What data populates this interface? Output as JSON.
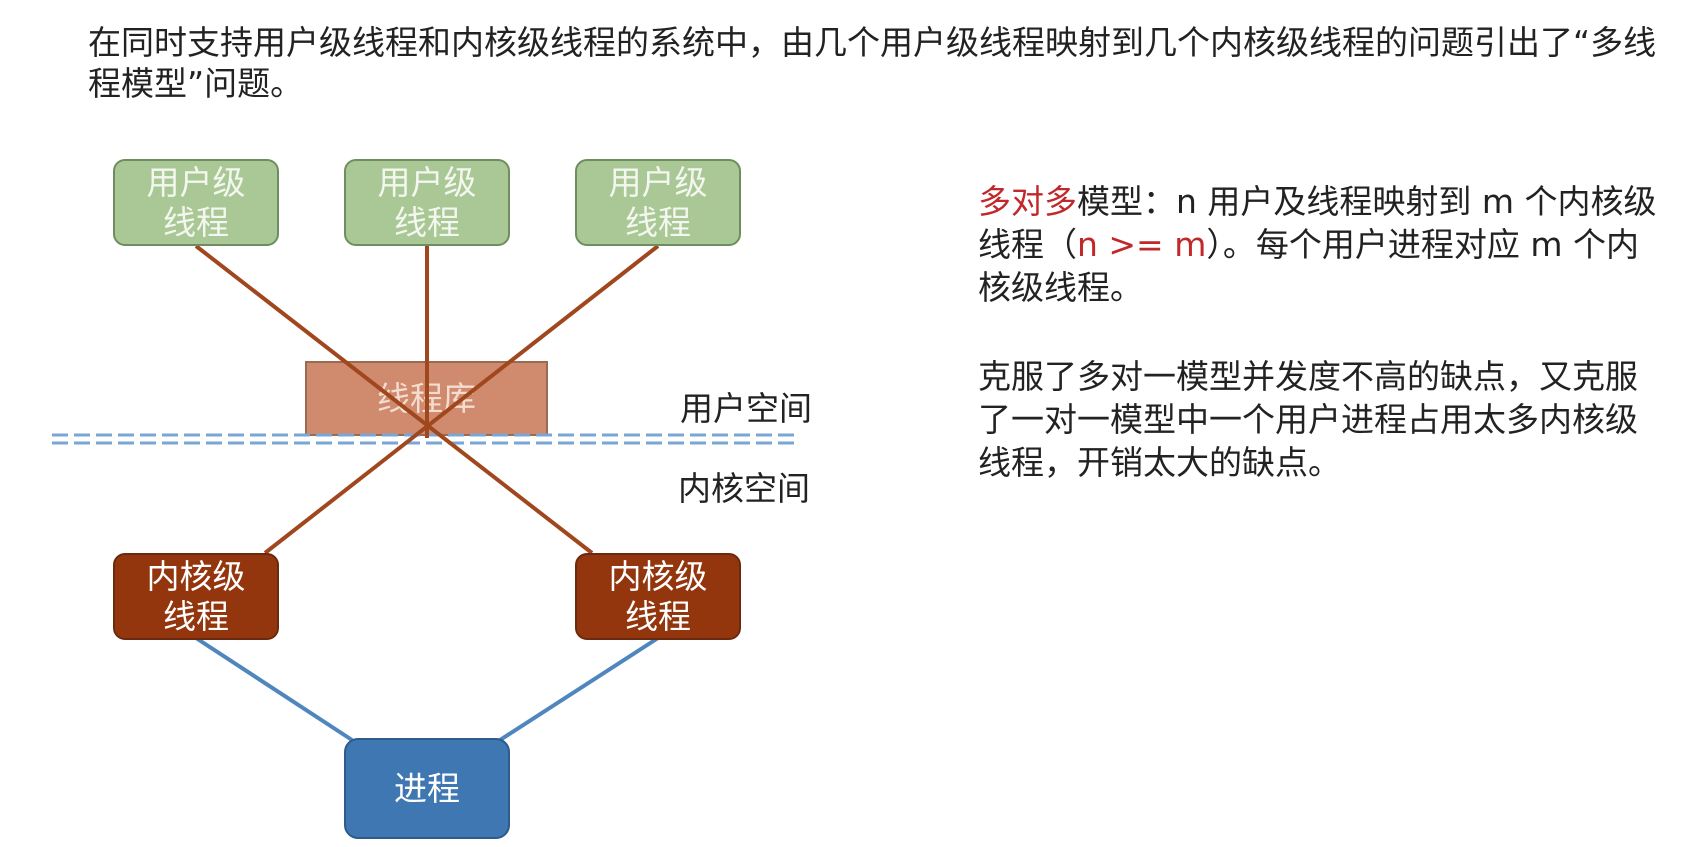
{
  "intro": "在同时支持用户级线程和内核级线程的系统中，由几个用户级线程映射到几个内核级线程的问题引出了“多线程模型”问题。",
  "diagram": {
    "user_threads": [
      "用户级\n线程",
      "用户级\n线程",
      "用户级\n线程"
    ],
    "thread_library": "线程库",
    "user_space_label": "用户空间",
    "kernel_space_label": "内核空间",
    "kernel_threads": [
      "内核级\n线程",
      "内核级\n线程"
    ],
    "process": "进程",
    "colors": {
      "user_thread": "#a9c896",
      "thread_library": "#c97a5a",
      "kernel_thread": "#93360e",
      "process": "#3f77b2",
      "user_kernel_link": "#a0471e",
      "kernel_process_link": "#4f86be",
      "boundary": "#7aa6d6"
    }
  },
  "description": {
    "p1": {
      "highlight": "多对多",
      "part1": "模型：n 用户及线程映射到 m 个内核级线程（",
      "cond": "n >= m",
      "part2": "）。每个用户进程对应 m 个内核级线程。"
    },
    "p2": "克服了多对一模型并发度不高的缺点，又克服了一对一模型中一个用户进程占用太多内核级线程，开销太大的缺点。",
    "highlight_color": "#c0282a"
  }
}
